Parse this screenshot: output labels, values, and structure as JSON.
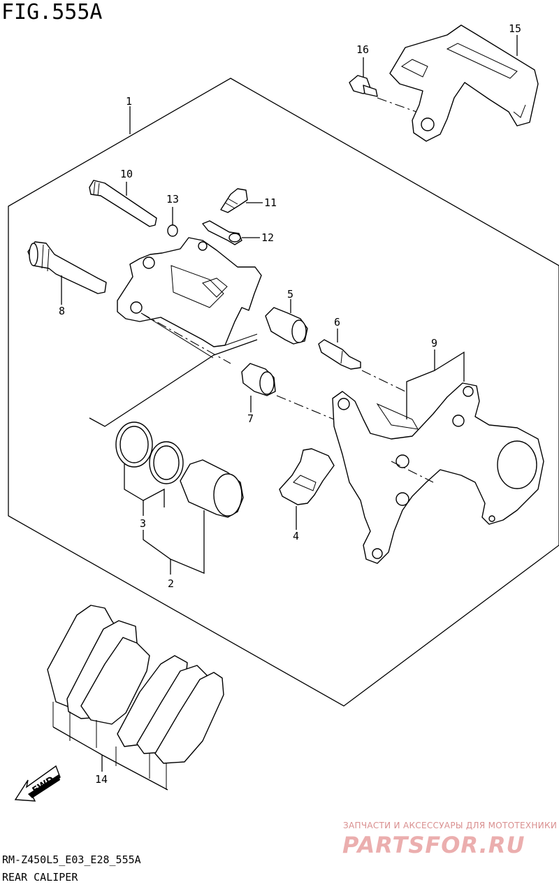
{
  "figure": {
    "title": "FIG.555A",
    "model_code": "RM-Z450L5_E03_E28_555A",
    "description": "REAR CALIPER"
  },
  "callouts": [
    "1",
    "2",
    "3",
    "4",
    "5",
    "6",
    "7",
    "8",
    "9",
    "10",
    "11",
    "12",
    "13",
    "14",
    "15",
    "16"
  ],
  "fwd_label": "FWD",
  "watermark": {
    "tagline": "ЗАПЧАСТИ И АКСЕССУАРЫ ДЛЯ МОТОТЕХНИКИ",
    "brand": "PARTSFOR.RU",
    "color": "#e8a0a0"
  }
}
